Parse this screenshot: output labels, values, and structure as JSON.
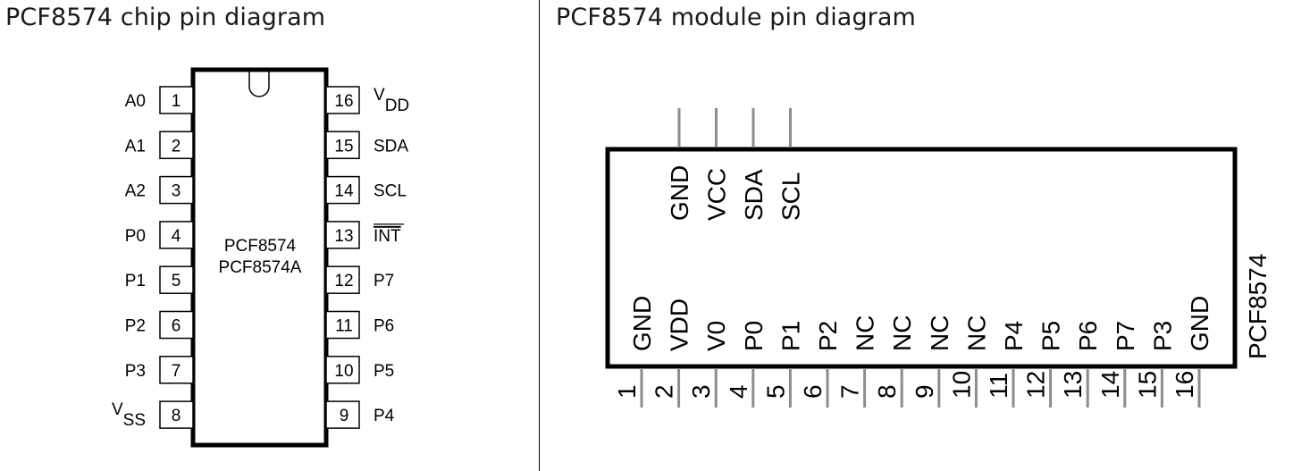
{
  "titles": {
    "chip": "PCF8574 chip pin diagram",
    "module": "PCF8574 module pin diagram"
  },
  "chip": {
    "body_labels": [
      "PCF8574",
      "PCF8574A"
    ],
    "left_pins": [
      {
        "num": "1",
        "name": "A0"
      },
      {
        "num": "2",
        "name": "A1"
      },
      {
        "num": "3",
        "name": "A2"
      },
      {
        "num": "4",
        "name": "P0"
      },
      {
        "num": "5",
        "name": "P1"
      },
      {
        "num": "6",
        "name": "P2"
      },
      {
        "num": "7",
        "name": "P3"
      },
      {
        "num": "8",
        "name": "V",
        "sub": "SS"
      }
    ],
    "right_pins": [
      {
        "num": "16",
        "name": "V",
        "sub": "DD"
      },
      {
        "num": "15",
        "name": "SDA"
      },
      {
        "num": "14",
        "name": "SCL"
      },
      {
        "num": "13",
        "name": "INT",
        "overline": true
      },
      {
        "num": "12",
        "name": "P7"
      },
      {
        "num": "11",
        "name": "P6"
      },
      {
        "num": "10",
        "name": "P5"
      },
      {
        "num": "9",
        "name": "P4"
      }
    ]
  },
  "module": {
    "side_label": "PCF8574",
    "top_pins": [
      "GND",
      "VCC",
      "SDA",
      "SCL"
    ],
    "bottom_pins": [
      {
        "num": "1",
        "name": "GND"
      },
      {
        "num": "2",
        "name": "VDD"
      },
      {
        "num": "3",
        "name": "V0"
      },
      {
        "num": "4",
        "name": "P0"
      },
      {
        "num": "5",
        "name": "P1"
      },
      {
        "num": "6",
        "name": "P2"
      },
      {
        "num": "7",
        "name": "NC"
      },
      {
        "num": "8",
        "name": "NC"
      },
      {
        "num": "9",
        "name": "NC"
      },
      {
        "num": "10",
        "name": "NC"
      },
      {
        "num": "11",
        "name": "P4"
      },
      {
        "num": "12",
        "name": "P5"
      },
      {
        "num": "13",
        "name": "P6"
      },
      {
        "num": "14",
        "name": "P7"
      },
      {
        "num": "15",
        "name": "P3"
      },
      {
        "num": "16",
        "name": "GND"
      }
    ],
    "pin_color": "#8c8c8c"
  }
}
